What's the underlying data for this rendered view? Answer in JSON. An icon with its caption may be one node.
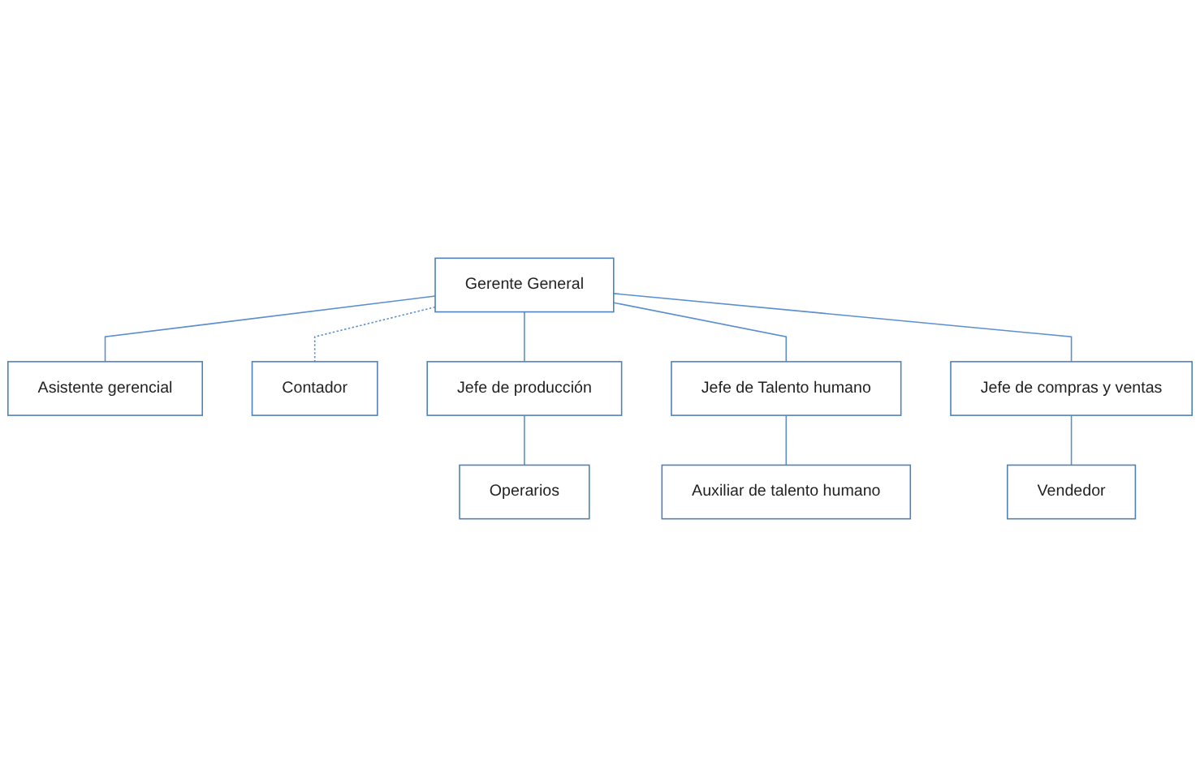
{
  "diagram": {
    "nodes": [
      {
        "text": [
          "Gerente General"
        ]
      },
      {
        "text": [
          "Asistente gerencial"
        ]
      },
      {
        "text": [
          "Contador"
        ]
      },
      {
        "text": [
          "Jefe de producción"
        ]
      },
      {
        "text": [
          "Jefe de Talento humano"
        ]
      },
      {
        "text": [
          "Jefe de compras y ventas"
        ]
      },
      {
        "text": [
          "Operarios"
        ]
      },
      {
        "text": [
          "Auxiliar de talento humano"
        ]
      },
      {
        "text": [
          "Vendedor"
        ]
      }
    ],
    "edges": [
      {
        "from": 0,
        "to": 1,
        "arrow": "none"
      },
      {
        "from": 0,
        "to": 2,
        "arrow": "none",
        "style": "dashed"
      },
      {
        "from": 0,
        "to": 3,
        "arrow": "none"
      },
      {
        "from": 0,
        "to": 4,
        "arrow": "none"
      },
      {
        "from": 0,
        "to": 5,
        "arrow": "none"
      },
      {
        "from": 3,
        "to": 6,
        "arrow": "none"
      },
      {
        "from": 4,
        "to": 7,
        "arrow": "none"
      },
      {
        "from": 5,
        "to": 8,
        "arrow": "none"
      }
    ]
  }
}
